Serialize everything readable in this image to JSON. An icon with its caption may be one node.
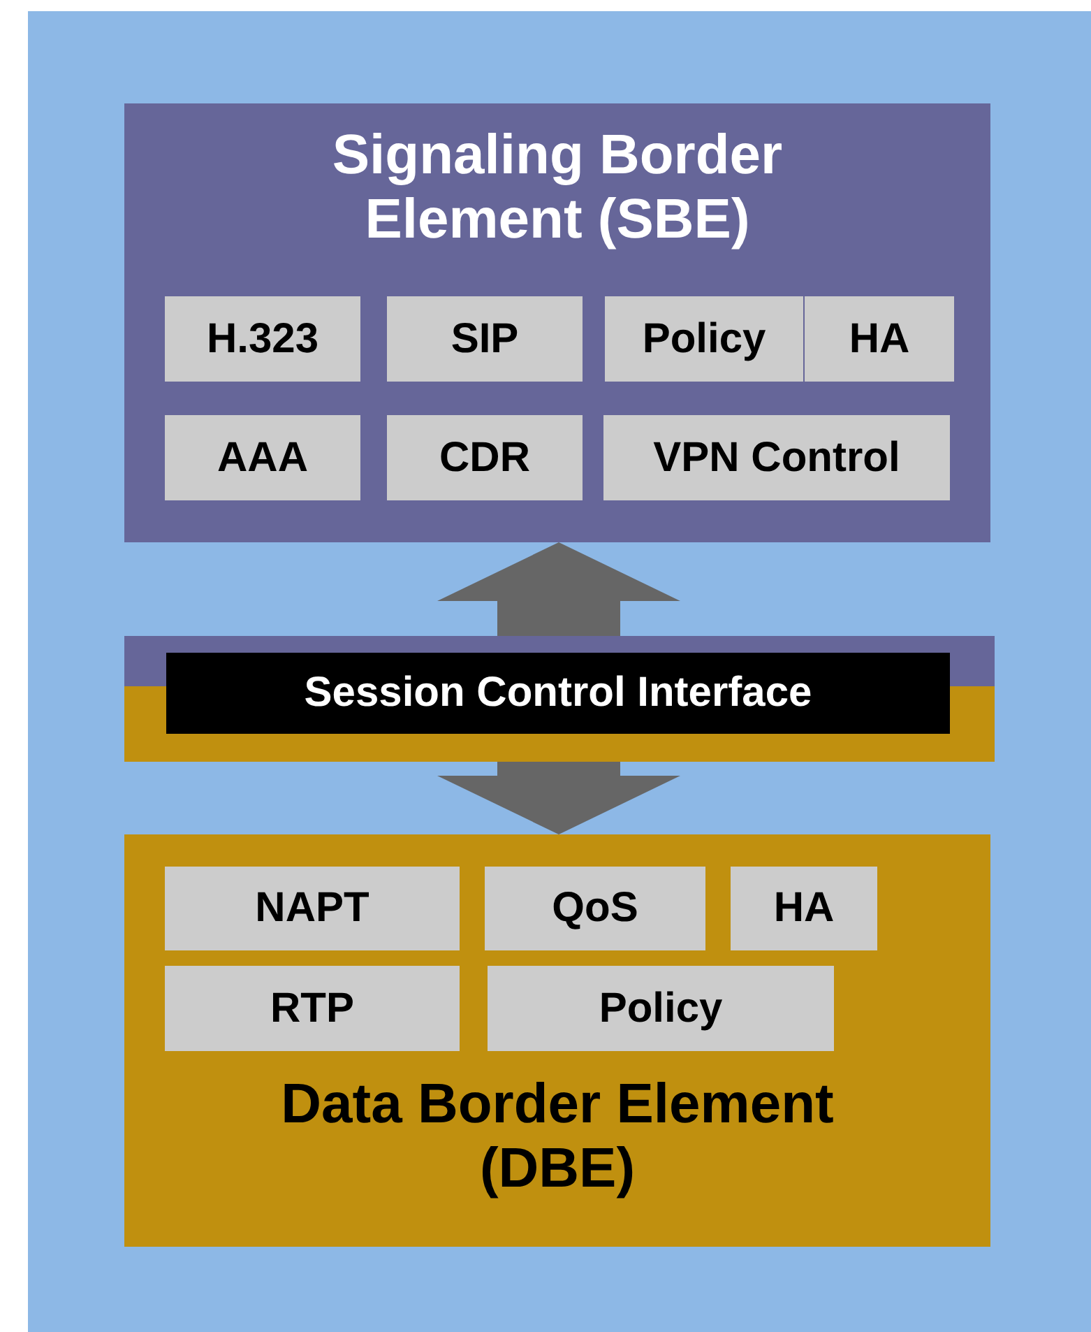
{
  "diagram": {
    "nodes": [
      {
        "text": [
          "Signaling Border Element (SBE)"
        ]
      },
      {
        "text": [
          "H.323"
        ],
        "in": 0
      },
      {
        "text": [
          "SIP"
        ],
        "in": 0
      },
      {
        "text": [
          "Policy"
        ],
        "in": 0
      },
      {
        "text": [
          "HA"
        ],
        "in": 0
      },
      {
        "text": [
          "AAA"
        ],
        "in": 0
      },
      {
        "text": [
          "CDR"
        ],
        "in": 0
      },
      {
        "text": [
          "VPN Control"
        ],
        "in": 0
      },
      {
        "text": [
          "Session Control Interface"
        ]
      },
      {
        "text": [
          "Data Border Element (DBE)"
        ]
      },
      {
        "text": [
          "NAPT"
        ],
        "in": 9
      },
      {
        "text": [
          "QoS"
        ],
        "in": 9
      },
      {
        "text": [
          "HA"
        ],
        "in": 9
      },
      {
        "text": [
          "RTP"
        ],
        "in": 9
      },
      {
        "text": [
          "Policy"
        ],
        "in": 9
      }
    ],
    "edges": [
      {
        "from": 8,
        "to": 0,
        "arrow": "to"
      },
      {
        "from": 8,
        "to": 9,
        "arrow": "to"
      }
    ]
  }
}
